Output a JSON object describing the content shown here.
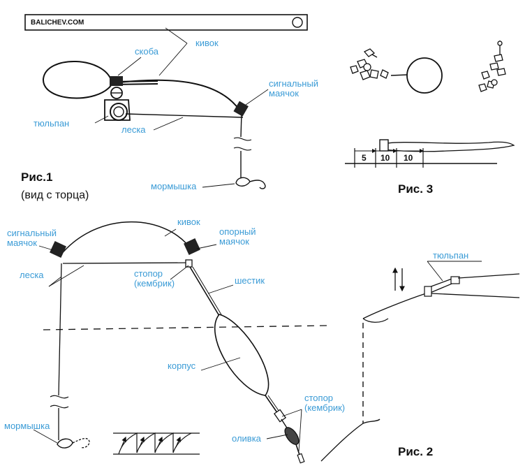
{
  "brand": "BALICHEV.COM",
  "fig1": {
    "caption": "Рис.1",
    "subcaption": "(вид с торца)",
    "labels": {
      "kivok": "кивок",
      "skoba": "скоба",
      "signal": "сигнальный\nмаячок",
      "tulpan": "тюльпан",
      "leska": "леска",
      "mormyshka": "мормышка"
    }
  },
  "fig2": {
    "caption": "Рис. 2",
    "labels": {
      "kivok": "кивок",
      "signal": "сигнальный\nмаячок",
      "opor": "опорный\nмаячок",
      "leska": "леска",
      "stopor_top": "стопор\n(кембрик)",
      "shestik": "шестик",
      "korpus": "корпус",
      "stopor_bottom": "стопор\n(кембрик)",
      "mormyshka": "мормышка",
      "olivka": "оливка",
      "tulpan": "тюльпан"
    }
  },
  "fig3": {
    "caption": "Рис. 3",
    "dims": [
      "5",
      "10",
      "10"
    ]
  },
  "colors": {
    "label": "#3a9bd6",
    "ink": "#111111"
  }
}
